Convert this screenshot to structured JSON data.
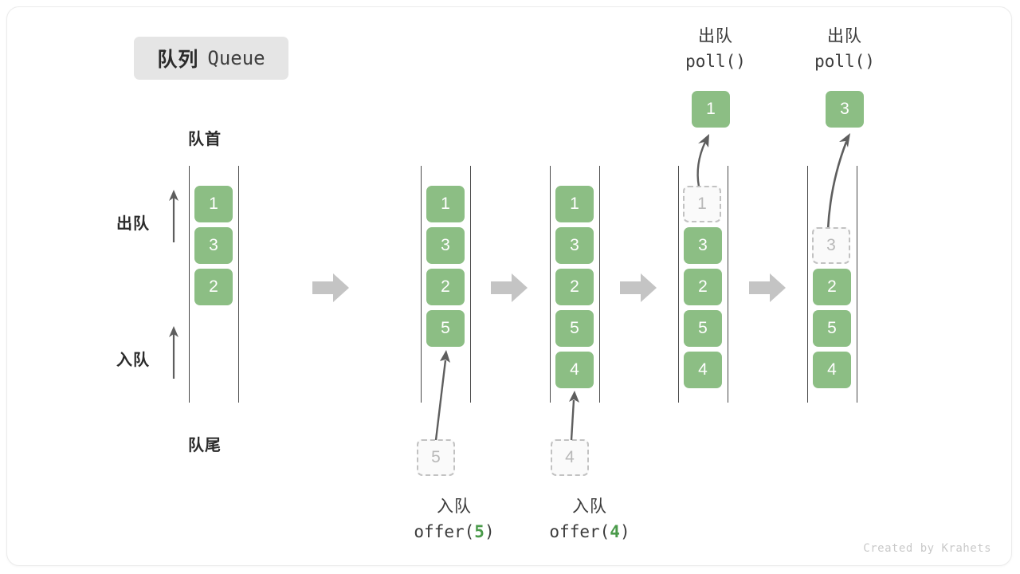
{
  "title": {
    "cn": "队列",
    "en": "Queue"
  },
  "labels": {
    "head": "队首",
    "tail": "队尾",
    "dequeue": "出队",
    "enqueue": "入队"
  },
  "credit": "Created by Krahets",
  "colors": {
    "cell_fill": "#8cbe84",
    "cell_text": "#ffffff",
    "ghost_fill": "#fafafa",
    "ghost_border": "#c2c2c2",
    "ghost_text": "#b8b8b8",
    "rail": "#4a4a4a",
    "block_arrow": "#c4c4c4",
    "thin_arrow": "#5e5e5e",
    "badge_bg": "#e5e5e5",
    "accent_green": "#4a9a4a",
    "card_border": "#ebebeb"
  },
  "stages": [
    {
      "id": "initial",
      "cells": [
        {
          "value": "1",
          "state": "filled"
        },
        {
          "value": "3",
          "state": "filled"
        },
        {
          "value": "2",
          "state": "filled"
        }
      ],
      "side_arrows": [
        {
          "name": "dequeue",
          "label": "出队"
        },
        {
          "name": "enqueue",
          "label": "入队"
        }
      ]
    },
    {
      "id": "after-offer-5",
      "cells": [
        {
          "value": "1",
          "state": "filled"
        },
        {
          "value": "3",
          "state": "filled"
        },
        {
          "value": "2",
          "state": "filled"
        },
        {
          "value": "5",
          "state": "filled"
        }
      ],
      "incoming": {
        "value": "5",
        "state": "ghost"
      },
      "operation": {
        "cn": "入队",
        "fn": "offer",
        "arg": "5"
      }
    },
    {
      "id": "after-offer-4",
      "cells": [
        {
          "value": "1",
          "state": "filled"
        },
        {
          "value": "3",
          "state": "filled"
        },
        {
          "value": "2",
          "state": "filled"
        },
        {
          "value": "5",
          "state": "filled"
        },
        {
          "value": "4",
          "state": "filled"
        }
      ],
      "incoming": {
        "value": "4",
        "state": "ghost"
      },
      "operation": {
        "cn": "入队",
        "fn": "offer",
        "arg": "4"
      }
    },
    {
      "id": "after-poll-1",
      "cells": [
        {
          "value": "1",
          "state": "ghost"
        },
        {
          "value": "3",
          "state": "filled"
        },
        {
          "value": "2",
          "state": "filled"
        },
        {
          "value": "5",
          "state": "filled"
        },
        {
          "value": "4",
          "state": "filled"
        }
      ],
      "outgoing": {
        "value": "1",
        "state": "filled"
      },
      "operation": {
        "cn": "出队",
        "fn": "poll",
        "arg": ""
      }
    },
    {
      "id": "after-poll-3",
      "cells": [
        {
          "value": "",
          "state": "empty"
        },
        {
          "value": "3",
          "state": "ghost"
        },
        {
          "value": "2",
          "state": "filled"
        },
        {
          "value": "5",
          "state": "filled"
        },
        {
          "value": "4",
          "state": "filled"
        }
      ],
      "outgoing": {
        "value": "3",
        "state": "filled"
      },
      "operation": {
        "cn": "出队",
        "fn": "poll",
        "arg": ""
      }
    }
  ]
}
